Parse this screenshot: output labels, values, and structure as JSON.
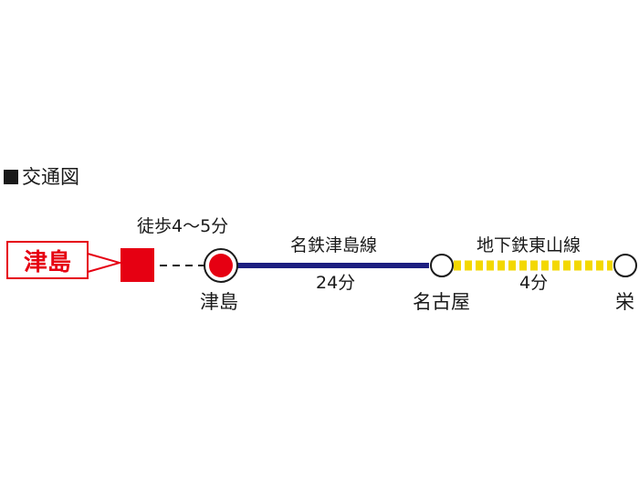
{
  "heading": {
    "marker_icon": "black-square-icon",
    "text": "交通図"
  },
  "destination": {
    "label": "津島"
  },
  "walk": {
    "label": "徒歩4～5分"
  },
  "stations": [
    {
      "name": "津島"
    },
    {
      "name": "名古屋"
    },
    {
      "name": "栄"
    }
  ],
  "lines": [
    {
      "name": "名鉄津島線",
      "time": "24分",
      "color": "#1c1e80"
    },
    {
      "name": "地下鉄東山線",
      "time": "4分",
      "color": "#f3d800"
    }
  ],
  "colors": {
    "accent_red": "#e60012",
    "ink": "#1a1a1a"
  }
}
